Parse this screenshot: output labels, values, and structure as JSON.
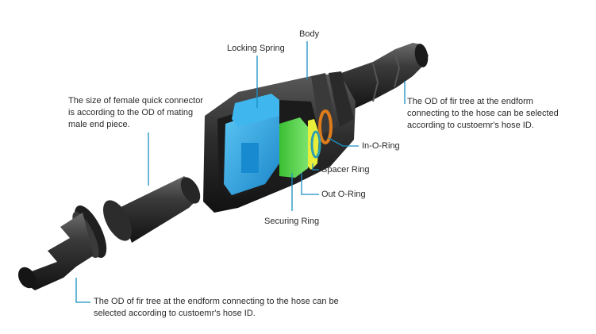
{
  "labels": {
    "body": "Body",
    "locking_spring": "Locking Spring",
    "female_size_note": "The size of female quick connector\nis according to the OD of mating\nmale end piece.",
    "fir_tree_right": "The OD of fir tree at the endform\nconnecting to the hose can be selected\naccording to custoemr's hose ID.",
    "in_o_ring": "In-O-Ring",
    "spacer_ring": "Spacer Ring",
    "out_o_ring": "Out O-Ring",
    "securing_ring": "Securing Ring",
    "fir_tree_bottom": "The OD of fir tree at the endform connecting to the hose can be\nselected according to custoemr's hose ID."
  },
  "colors": {
    "leader_line": "#1a8fc4",
    "body_dark": "#2b2b2b",
    "locking_spring_blue": "#2aa7e6",
    "securing_ring_green": "#4bd13f",
    "spacer_ring_yellow": "#e8ee3a",
    "in_o_ring_orange": "#e07b1a",
    "out_o_ring_teal": "#2f9fb0"
  }
}
